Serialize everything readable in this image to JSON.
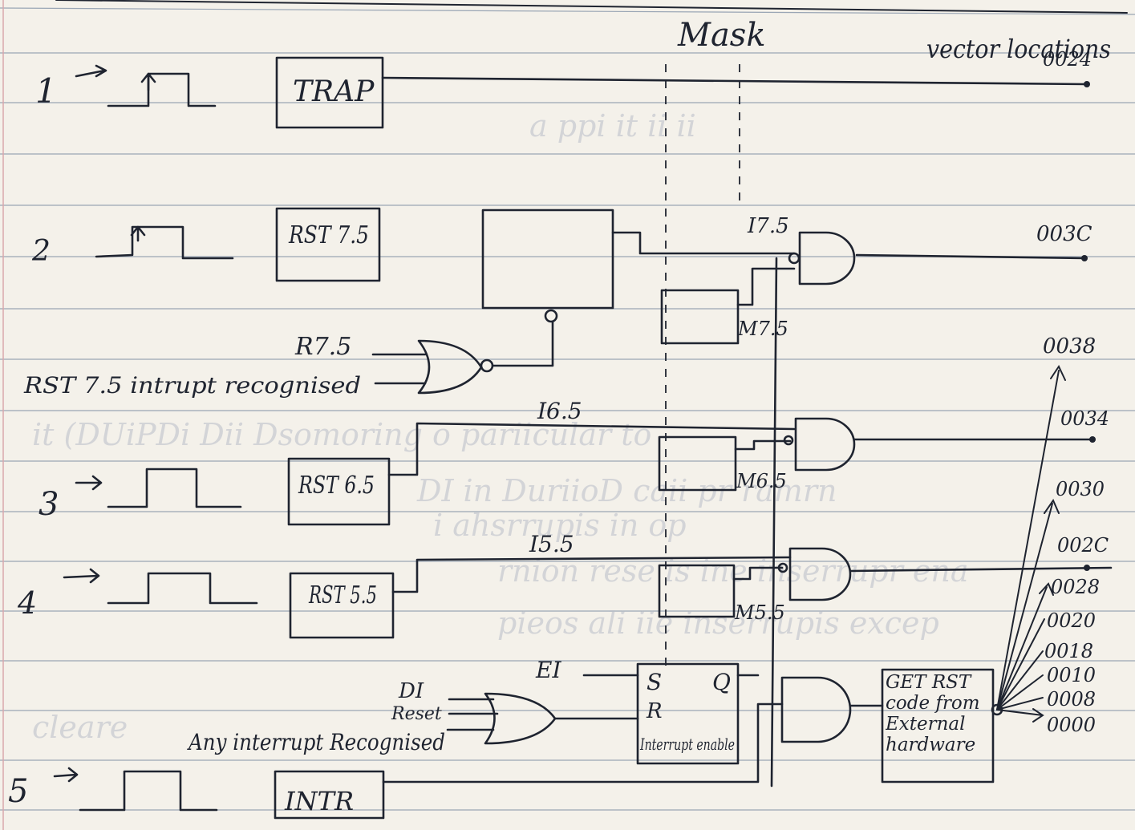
{
  "diagram": {
    "headers": {
      "mask": "Mask",
      "vector_locations": "vector locations"
    },
    "inputs": [
      {
        "number": "1",
        "block": "TRAP",
        "vector": "0024"
      },
      {
        "number": "2",
        "block": "RST 7.5",
        "vector": "003C"
      },
      {
        "number": "3",
        "block": "RST 6.5",
        "vector": "0034"
      },
      {
        "number": "4",
        "block": "RST 5.5",
        "vector": "002C"
      },
      {
        "number": "5",
        "block": "INTR"
      }
    ],
    "signals": {
      "i75": "I7.5",
      "m75": "M7.5",
      "r75": "R7.5",
      "rst75_recognised": "RST 7.5 intrupt recognised",
      "i65": "I6.5",
      "m65": "M6.5",
      "i55": "I5.5",
      "m55": "M5.5",
      "ei": "EI",
      "di": "DI",
      "reset": "Reset",
      "any_interrupt": "Any interrupt Recognised"
    },
    "flipflop": {
      "s": "S",
      "q": "Q",
      "r": "R",
      "label": "Interrupt enable"
    },
    "rst_code_block": "GET RST code from External hardware",
    "intr_vectors": [
      "0038",
      "0030",
      "0028",
      "0020",
      "0018",
      "0010",
      "0008",
      "0000"
    ]
  }
}
